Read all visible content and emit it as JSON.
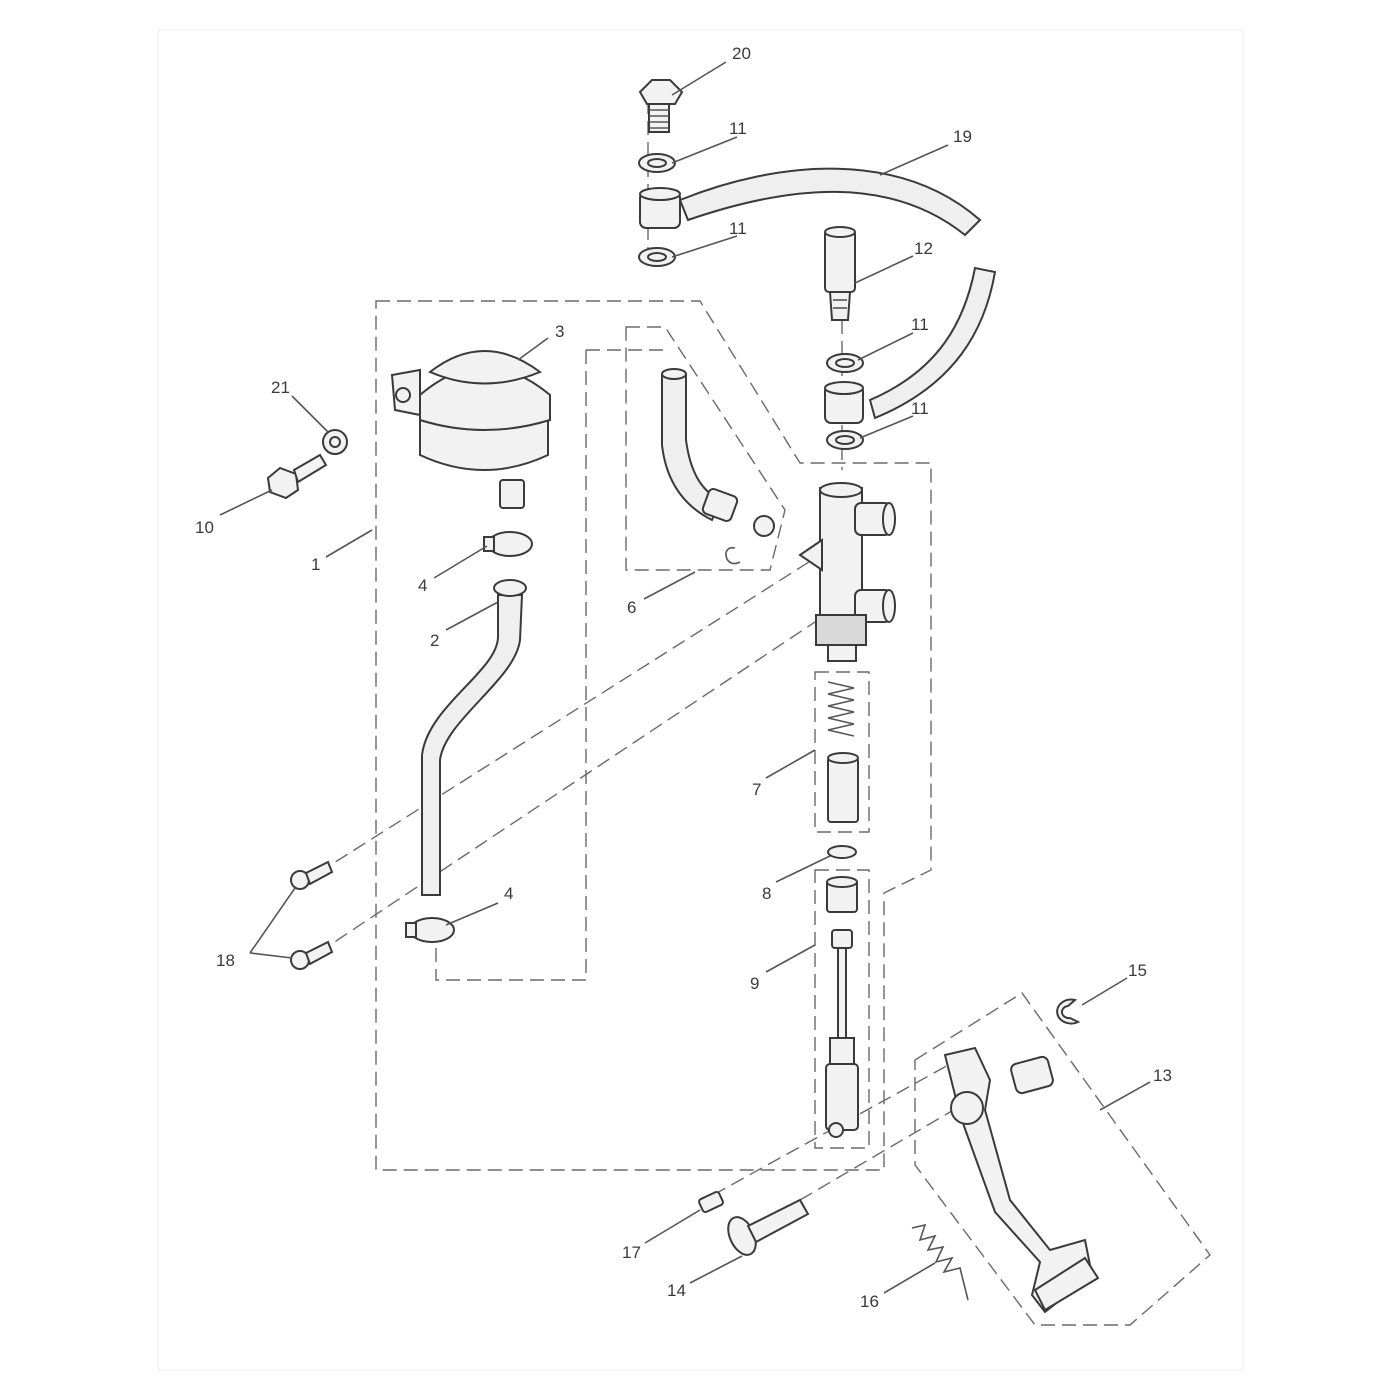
{
  "diagram": {
    "callouts": [
      "20",
      "11",
      "19",
      "11",
      "12",
      "11",
      "11",
      "3",
      "21",
      "10",
      "1",
      "4",
      "6",
      "2",
      "7",
      "8",
      "9",
      "18",
      "4",
      "15",
      "13",
      "17",
      "14",
      "16"
    ]
  }
}
